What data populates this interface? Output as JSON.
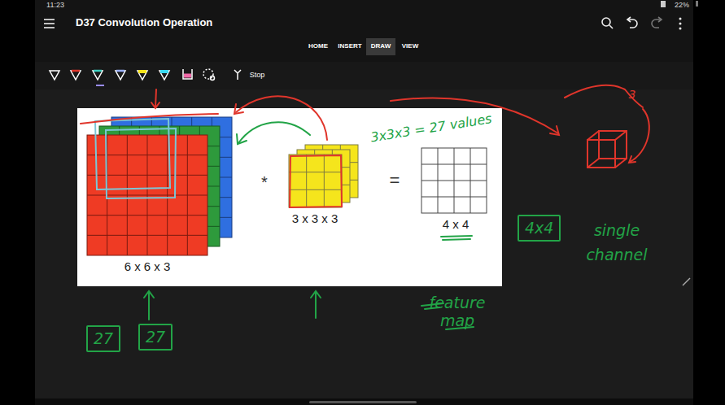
{
  "diagram": {
    "title": "D37 Convolution Operation",
    "nodes": [
      {
        "text": [
          "4x4"
        ]
      },
      {
        "text": [
          "27"
        ]
      },
      {
        "text": [
          "27"
        ]
      }
    ],
    "labels": [
      "11:23",
      "22%",
      "HOME",
      "INSERT",
      "DRAW",
      "VIEW",
      "Stop",
      "6 x 6 x 3",
      "*",
      "3 x 3 x 3",
      "=",
      "4 x 4",
      "3x3x3 = 27 values",
      "3",
      "single channel",
      "feature map"
    ]
  }
}
